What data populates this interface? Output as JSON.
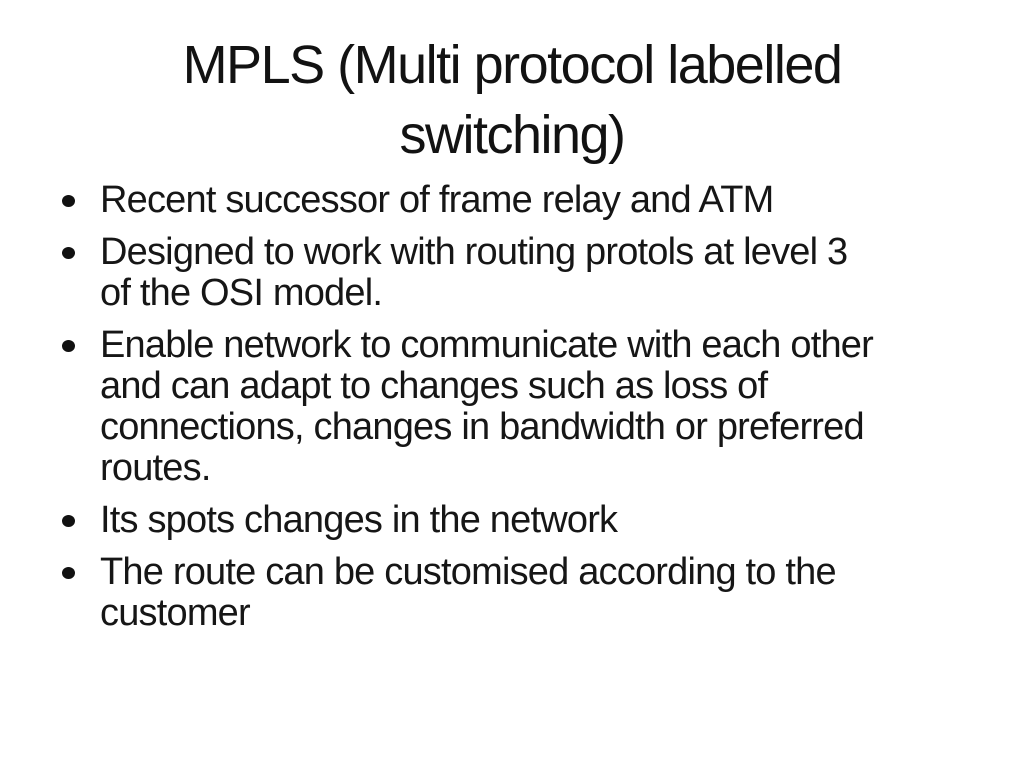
{
  "slide": {
    "background_color": "#ffffff",
    "text_color": "#151515",
    "title": {
      "text": "MPLS (Multi protocol labelled switching)",
      "line1": "MPLS (Multi protocol labelled",
      "line2": "switching)"
    },
    "bullets": [
      {
        "text": "Recent successor of frame relay and ATM",
        "lines": [
          "Recent successor of frame relay and ATM"
        ]
      },
      {
        "text": "Designed to work with routing protols at level 3 of the OSI model.",
        "lines": [
          "Designed to work with routing protols at level 3",
          "of the OSI model."
        ]
      },
      {
        "text": "Enable network to communicate with each other and can adapt to changes such as loss of connections, changes in bandwidth or preferred routes.",
        "lines": [
          "Enable network to communicate with each other",
          "and can adapt to changes such as loss of",
          "connections, changes in bandwidth or preferred",
          "routes."
        ]
      },
      {
        "text": "Its spots changes in the network",
        "lines": [
          "Its spots changes in the network"
        ]
      },
      {
        "text": "The route can be customised according to the customer",
        "lines": [
          "The route can be customised according to the",
          "customer"
        ]
      }
    ]
  }
}
